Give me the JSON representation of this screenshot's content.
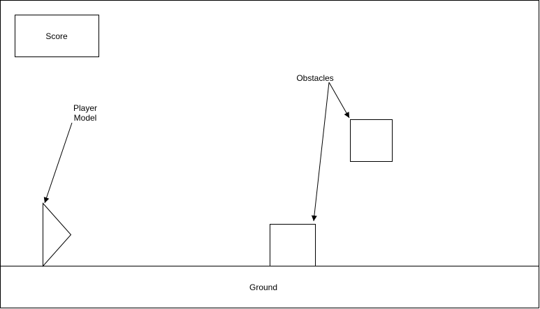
{
  "labels": {
    "score": "Score",
    "player_model_line1": "Player",
    "player_model_line2": "Model",
    "obstacles": "Obstacles",
    "ground": "Ground"
  },
  "colors": {
    "stroke": "#000000",
    "background": "#ffffff"
  }
}
